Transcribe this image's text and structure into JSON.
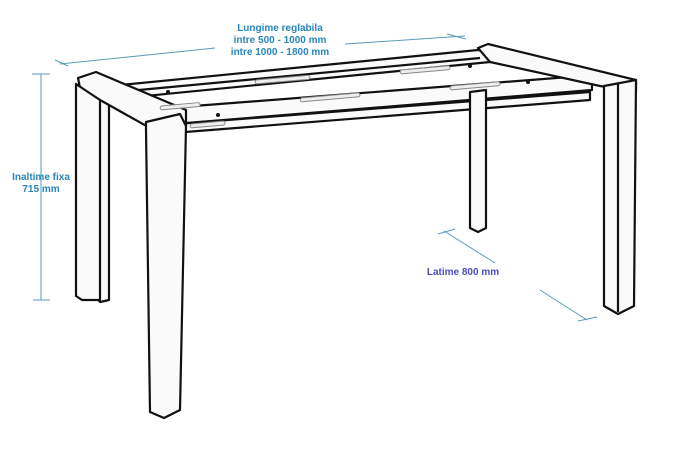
{
  "figure": {
    "subject": "adjustable table frame",
    "dimension_color": "#5a9bb8",
    "label_color_primary": "#2a86b8",
    "label_color_secondary": "#4a4fb8"
  },
  "labels": {
    "length": {
      "line1": "Lungime reglabila",
      "line2": "intre 500 - 1000 mm",
      "line3": "intre 1000 - 1800 mm"
    },
    "height": {
      "line1": "Inaltime fixa",
      "line2": "715 mm"
    },
    "width": {
      "line1": "Latime 800 mm"
    }
  }
}
